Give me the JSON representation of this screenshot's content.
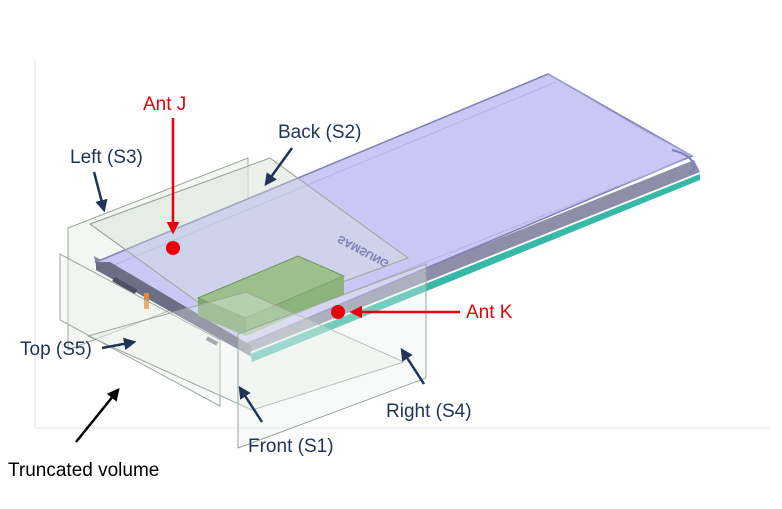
{
  "labels": {
    "ant_j": "Ant J",
    "ant_k": "Ant K",
    "back": "Back (S2)",
    "left": "Left (S3)",
    "top": "Top (S5)",
    "right": "Right (S4)",
    "front": "Front (S1)",
    "truncated": "Truncated volume"
  },
  "back_logo": "SAMSUNG",
  "colors": {
    "annotation_dark": "#1f3457",
    "antenna_red": "#e8000b",
    "phone_body": "#c9c8f4",
    "volume_fill": "#e9f1ea",
    "battery": "#9dbf8c"
  }
}
